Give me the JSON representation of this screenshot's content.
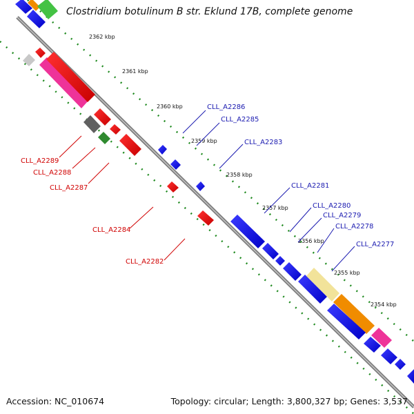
{
  "title": "Clostridium botulinum B str. Eklund 17B, complete genome",
  "footer": {
    "accession": "Accession: NC_010674",
    "summary": "Topology: circular; Length: 3,800,327 bp; Genes: 3,537"
  },
  "colors": {
    "backbone": "#808080",
    "tick_dots": "#1f8a1f",
    "forward_label": "#1a1ab0",
    "reverse_label": "#d00000"
  },
  "kbp_marks": [
    "2362 kbp",
    "2361 kbp",
    "2360 kbp",
    "2359 kbp",
    "2358 kbp",
    "2357 kbp",
    "2356 kbp",
    "2355 kbp",
    "2354 kbp"
  ],
  "gene_labels_forward": [
    "CLL_A2286",
    "CLL_A2285",
    "CLL_A2283",
    "CLL_A2281",
    "CLL_A2280",
    "CLL_A2279",
    "CLL_A2278",
    "CLL_A2277"
  ],
  "gene_labels_reverse": [
    "CLL_A2289",
    "CLL_A2288",
    "CLL_A2287",
    "CLL_A2284",
    "CLL_A2282"
  ]
}
